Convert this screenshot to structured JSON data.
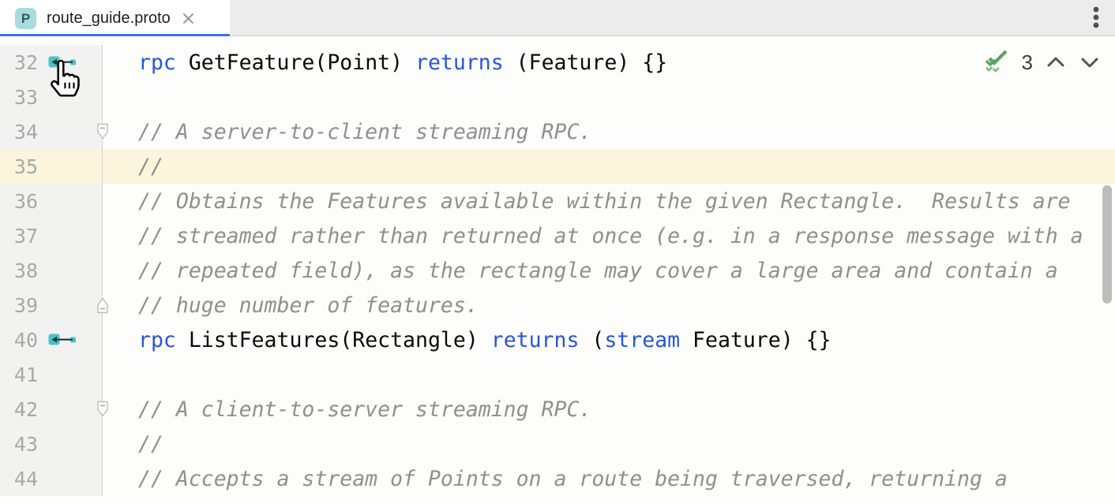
{
  "tab_bar": {
    "tab": {
      "icon_letter": "P",
      "title": "route_guide.proto"
    }
  },
  "editor": {
    "nav_widget": {
      "count": "3"
    },
    "colors": {
      "active_tab_underline": "#3574F0",
      "keyword_blue": "#2A55D9",
      "comment_gray": "#8F8F8F",
      "current_line_highlight": "#FBF5DC",
      "gutter_icon_teal": "#49C3C9",
      "check_green": "#58A55C"
    },
    "lines": [
      {
        "num": "32",
        "gutter_icon": true,
        "segments": [
          {
            "t": "rpc",
            "c": "kw"
          },
          {
            "t": " GetFeature(Point) ",
            "c": "txt"
          },
          {
            "t": "returns",
            "c": "kw"
          },
          {
            "t": " (Feature) {}",
            "c": "txt"
          }
        ]
      },
      {
        "num": "33",
        "segments": []
      },
      {
        "num": "34",
        "fold": "start",
        "segments": [
          {
            "t": "// A server-to-client streaming RPC.",
            "c": "cmt"
          }
        ]
      },
      {
        "num": "35",
        "highlight": true,
        "segments": [
          {
            "t": "//",
            "c": "cmt"
          }
        ]
      },
      {
        "num": "36",
        "segments": [
          {
            "t": "// Obtains the Features available within the given Rectangle.  Results are",
            "c": "cmt"
          }
        ]
      },
      {
        "num": "37",
        "segments": [
          {
            "t": "// streamed rather than returned at once (e.g. in a response message with a",
            "c": "cmt"
          }
        ]
      },
      {
        "num": "38",
        "segments": [
          {
            "t": "// repeated field), as the rectangle may cover a large area and contain a",
            "c": "cmt"
          }
        ]
      },
      {
        "num": "39",
        "fold": "end",
        "segments": [
          {
            "t": "// huge number of features.",
            "c": "cmt"
          }
        ]
      },
      {
        "num": "40",
        "gutter_icon": true,
        "segments": [
          {
            "t": "rpc",
            "c": "kw"
          },
          {
            "t": " ListFeatures(Rectangle) ",
            "c": "txt"
          },
          {
            "t": "returns",
            "c": "kw"
          },
          {
            "t": " (",
            "c": "txt"
          },
          {
            "t": "stream",
            "c": "kw"
          },
          {
            "t": " Feature) {}",
            "c": "txt"
          }
        ]
      },
      {
        "num": "41",
        "segments": []
      },
      {
        "num": "42",
        "fold": "start",
        "segments": [
          {
            "t": "// A client-to-server streaming RPC.",
            "c": "cmt"
          }
        ]
      },
      {
        "num": "43",
        "segments": [
          {
            "t": "//",
            "c": "cmt"
          }
        ]
      },
      {
        "num": "44",
        "segments": [
          {
            "t": "// Accepts a stream of Points on a route being traversed, returning a",
            "c": "cmt"
          }
        ]
      }
    ]
  }
}
